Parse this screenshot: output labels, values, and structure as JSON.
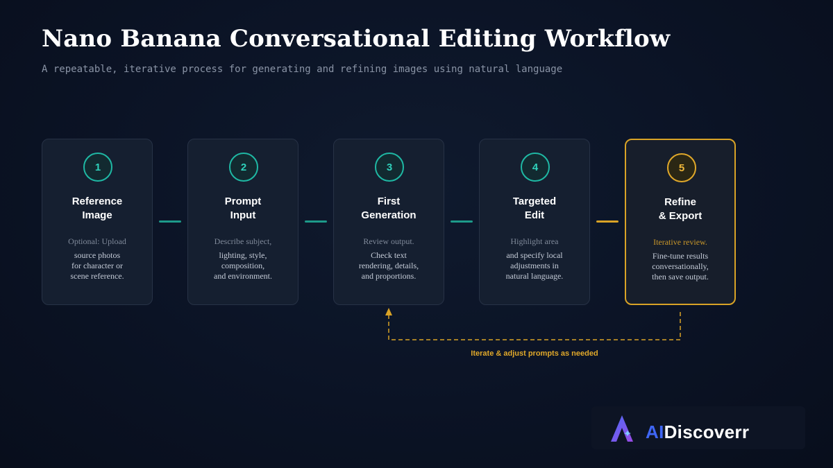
{
  "title": "Nano Banana Conversational Editing Workflow",
  "subtitle": "A repeatable, iterative process for generating and refining images using natural language",
  "steps": [
    {
      "number": "1",
      "title": "Reference\nImage",
      "lead": "Optional: Upload",
      "desc": "source photos\nfor character or\nscene reference."
    },
    {
      "number": "2",
      "title": "Prompt\nInput",
      "lead": "Describe subject,",
      "desc": "lighting, style,\ncomposition,\nand environment."
    },
    {
      "number": "3",
      "title": "First\nGeneration",
      "lead": "Review output.",
      "desc": "Check text\nrendering, details,\nand proportions."
    },
    {
      "number": "4",
      "title": "Targeted\nEdit",
      "lead": "Highlight area",
      "desc": "and specify local\nadjustments in\nnatural language."
    },
    {
      "number": "5",
      "title": "Refine\n& Export",
      "lead": "Iterative review.",
      "desc": "Fine-tune results\nconversationally,\nthen save output."
    }
  ],
  "loop": {
    "label": "Iterate & adjust prompts as needed"
  },
  "brand": {
    "prefix": "AI",
    "name": "Discoverr"
  },
  "colors": {
    "accent": "#1fb8a4",
    "highlight": "#d9a326",
    "background": "#0b1325"
  }
}
